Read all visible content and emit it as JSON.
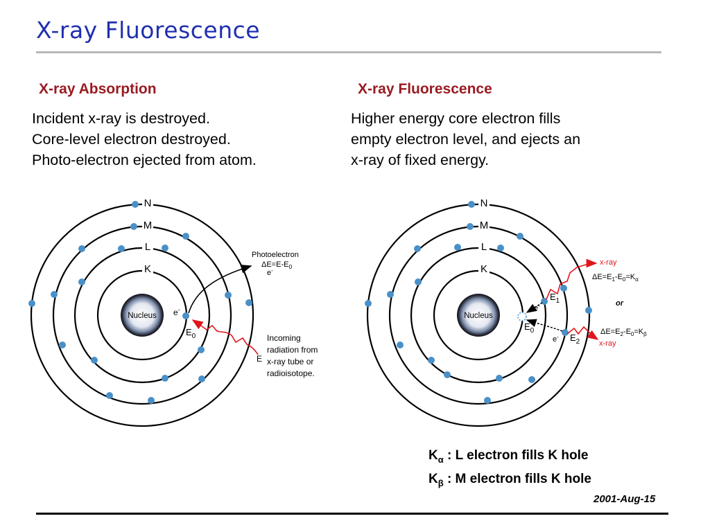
{
  "slide": {
    "title": "X-ray Fluorescence",
    "date": "2001-Aug-15"
  },
  "left": {
    "heading": "X-ray Absorption",
    "lines": [
      "Incident x-ray is destroyed.",
      "Core-level electron destroyed.",
      "Photo-electron ejected from atom."
    ],
    "diagram": {
      "shell_labels": [
        "N",
        "M",
        "L",
        "K"
      ],
      "nucleus": "Nucleus",
      "photoelectron": {
        "title": "Photoelectron",
        "eq": "ΔE=E-E",
        "eq_sub": "0",
        "e": "e",
        "e_sup": "-"
      },
      "electron_e": "e",
      "electron_sup": "-",
      "e0": "E",
      "e0_sub": "0",
      "incoming": [
        "Incoming",
        "radiation from",
        "x-ray tube or",
        "radioisotope."
      ],
      "incoming_e": "E"
    }
  },
  "right": {
    "heading": "X-ray Fluorescence",
    "lines": [
      "Higher energy core electron fills",
      "empty electron level, and ejects an",
      "x-ray of fixed energy."
    ],
    "diagram": {
      "shell_labels": [
        "N",
        "M",
        "L",
        "K"
      ],
      "nucleus": "Nucleus",
      "xray_top": "x-ray",
      "xray_bottom": "x-ray",
      "or": "or",
      "e1": "E",
      "e1_sub": "1",
      "e2": "E",
      "e2_sub": "2",
      "e0": "E",
      "e0_sub": "0",
      "e_minus": "e",
      "e_sup": "-",
      "ka_eq": {
        "a": "ΔE=E",
        "b": "1",
        "c": "-E",
        "d": "0",
        "e": "=K",
        "f": "α"
      },
      "kb_eq": {
        "a": "ΔE=E",
        "b": "2",
        "c": "-E",
        "d": "0",
        "e": "=K",
        "f": "β"
      }
    }
  },
  "legend": {
    "ka_symbol": "K",
    "ka_sub": "α",
    "ka_text": " :  L electron fills K hole",
    "kb_symbol": "K",
    "kb_sub": "β",
    "kb_text": " :  M electron fills K hole"
  },
  "colors": {
    "title": "#1f2fb0",
    "heading": "#9a1b22",
    "electron": "#4a90c8",
    "arrow_red": "#e0161e"
  }
}
